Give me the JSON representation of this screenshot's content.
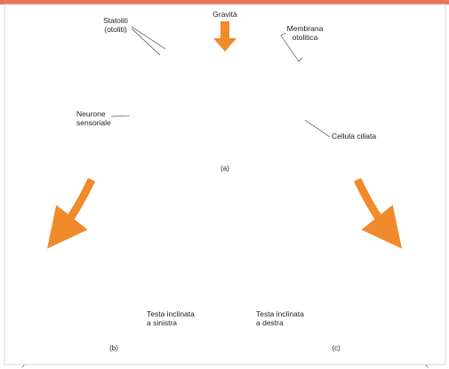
{
  "colors": {
    "top_bar": "#e8745a",
    "border": "#d9d4cf",
    "arrow": "#f08a2a",
    "stroma": "#6d5c9e",
    "stroma_dark": "#433a6e",
    "membrane": "#d7d4e4",
    "otolith": "#e9e35a",
    "otolith_edge": "#b4aa2c",
    "support_cell": "#f2bd4c",
    "support_nucleus": "#e0483a",
    "hair_cell": "#5f86c8",
    "hair_nucleus": "#1e3f7e",
    "cilia": "#3c62a8"
  },
  "labels": {
    "gravity": "Gravità",
    "statoliths": [
      "Statoliti",
      "(otoliti)"
    ],
    "membrane": [
      "Membrana",
      "otolitica"
    ],
    "neuron": [
      "Neurone",
      "sensoriale"
    ],
    "hair_cell": "Cellula ciliata",
    "caption_a": "(a)",
    "tilt_left": [
      "Testa inclinata",
      "a sinistra"
    ],
    "tilt_right": [
      "Testa inclinata",
      "a destra"
    ],
    "caption_b": "(b)",
    "caption_c": "(c)"
  }
}
